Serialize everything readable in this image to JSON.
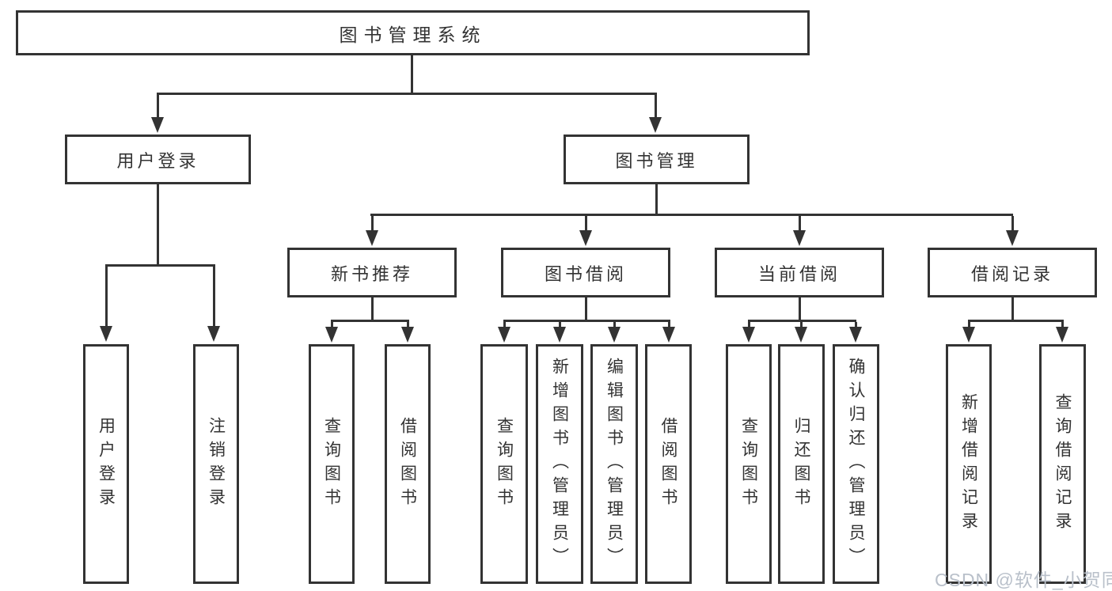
{
  "diagram": {
    "root": {
      "label": "图书管理系统"
    },
    "level2": {
      "user_login": {
        "label": "用户登录"
      },
      "book_mgmt": {
        "label": "图书管理"
      }
    },
    "level3": {
      "new_books": {
        "label": "新书推荐"
      },
      "borrow": {
        "label": "图书借阅"
      },
      "current": {
        "label": "当前借阅"
      },
      "records": {
        "label": "借阅记录"
      }
    },
    "leaves": {
      "user_login_1": {
        "label": "用户登录"
      },
      "user_login_2": {
        "label": "注销登录"
      },
      "new_books_1": {
        "label": "查询图书"
      },
      "new_books_2": {
        "label": "借阅图书"
      },
      "borrow_1": {
        "label": "查询图书"
      },
      "borrow_2": {
        "label": "新增图书（管理员）"
      },
      "borrow_3": {
        "label": "编辑图书（管理员）"
      },
      "borrow_4": {
        "label": "借阅图书"
      },
      "current_1": {
        "label": "查询图书"
      },
      "current_2": {
        "label": "归还图书"
      },
      "current_3": {
        "label": "确认归还（管理员）"
      },
      "records_1": {
        "label": "新增借阅记录"
      },
      "records_2": {
        "label": "查询借阅记录"
      }
    }
  },
  "watermark": {
    "text": "CSDN @软件_小贺同学"
  },
  "colors": {
    "line": "#333333",
    "text": "#333333",
    "background": "#ffffff",
    "watermark": "#b9c0ca"
  }
}
